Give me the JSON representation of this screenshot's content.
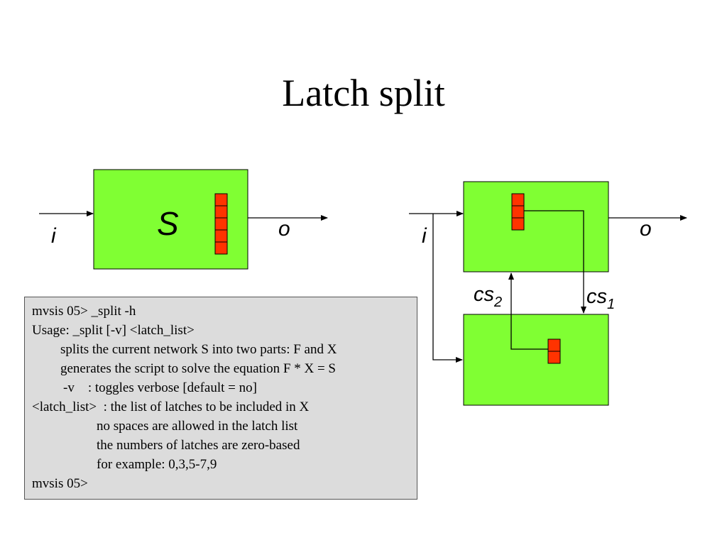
{
  "title": "Latch split",
  "left_diagram": {
    "block_label": "S",
    "input_label": "i",
    "output_label": "o"
  },
  "right_diagram": {
    "input_label": "i",
    "output_label": "o",
    "cs2_label": "cs",
    "cs2_sub": "2",
    "cs1_label": "cs",
    "cs1_sub": "1"
  },
  "colors": {
    "block_fill": "#80ff33",
    "latch_fill": "#ff3300",
    "console_bg": "#dcdcdc"
  },
  "console": {
    "lines": [
      "mvsis 05> _split -h",
      "Usage: _split [-v] <latch_list>",
      "splits the current network S into two parts: F and X",
      "generates the script to solve the equation F * X = S",
      "-v    : toggles verbose [default = no]",
      "<latch_list>  : the list of latches to be included in X",
      "no spaces are allowed in the latch list",
      "the numbers of latches are zero-based",
      "for example: 0,3,5-7,9",
      "mvsis 05>"
    ]
  }
}
